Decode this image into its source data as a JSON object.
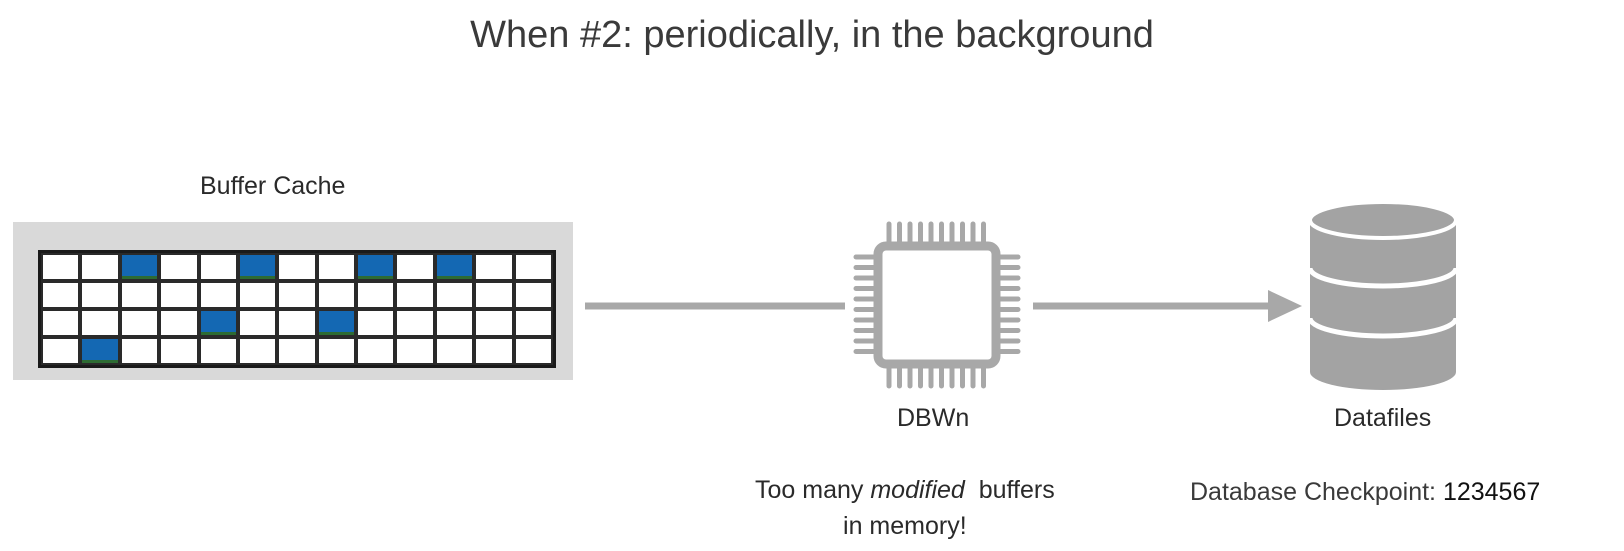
{
  "title": "When #2: periodically, in the background",
  "buffer_cache": {
    "label": "Buffer Cache",
    "rows": 4,
    "cols": 13,
    "modified_cells": [
      [
        0,
        2
      ],
      [
        0,
        5
      ],
      [
        0,
        8
      ],
      [
        0,
        10
      ],
      [
        2,
        4
      ],
      [
        2,
        7
      ],
      [
        3,
        1
      ]
    ]
  },
  "dbwn": {
    "label": "DBWn"
  },
  "datafiles": {
    "label": "Datafiles"
  },
  "note": {
    "line1_pre": "Too many ",
    "line1_em": "modified",
    "line1_post": "  buffers",
    "line2": "in memory!"
  },
  "checkpoint": {
    "label": "Database Checkpoint: ",
    "value": "1234567"
  },
  "colors": {
    "modified": "#1468b3",
    "connector": "#a8a8a8",
    "chip": "#a8a8a8",
    "database": "#a3a3a3",
    "cache_bg": "#d9d9d9"
  }
}
